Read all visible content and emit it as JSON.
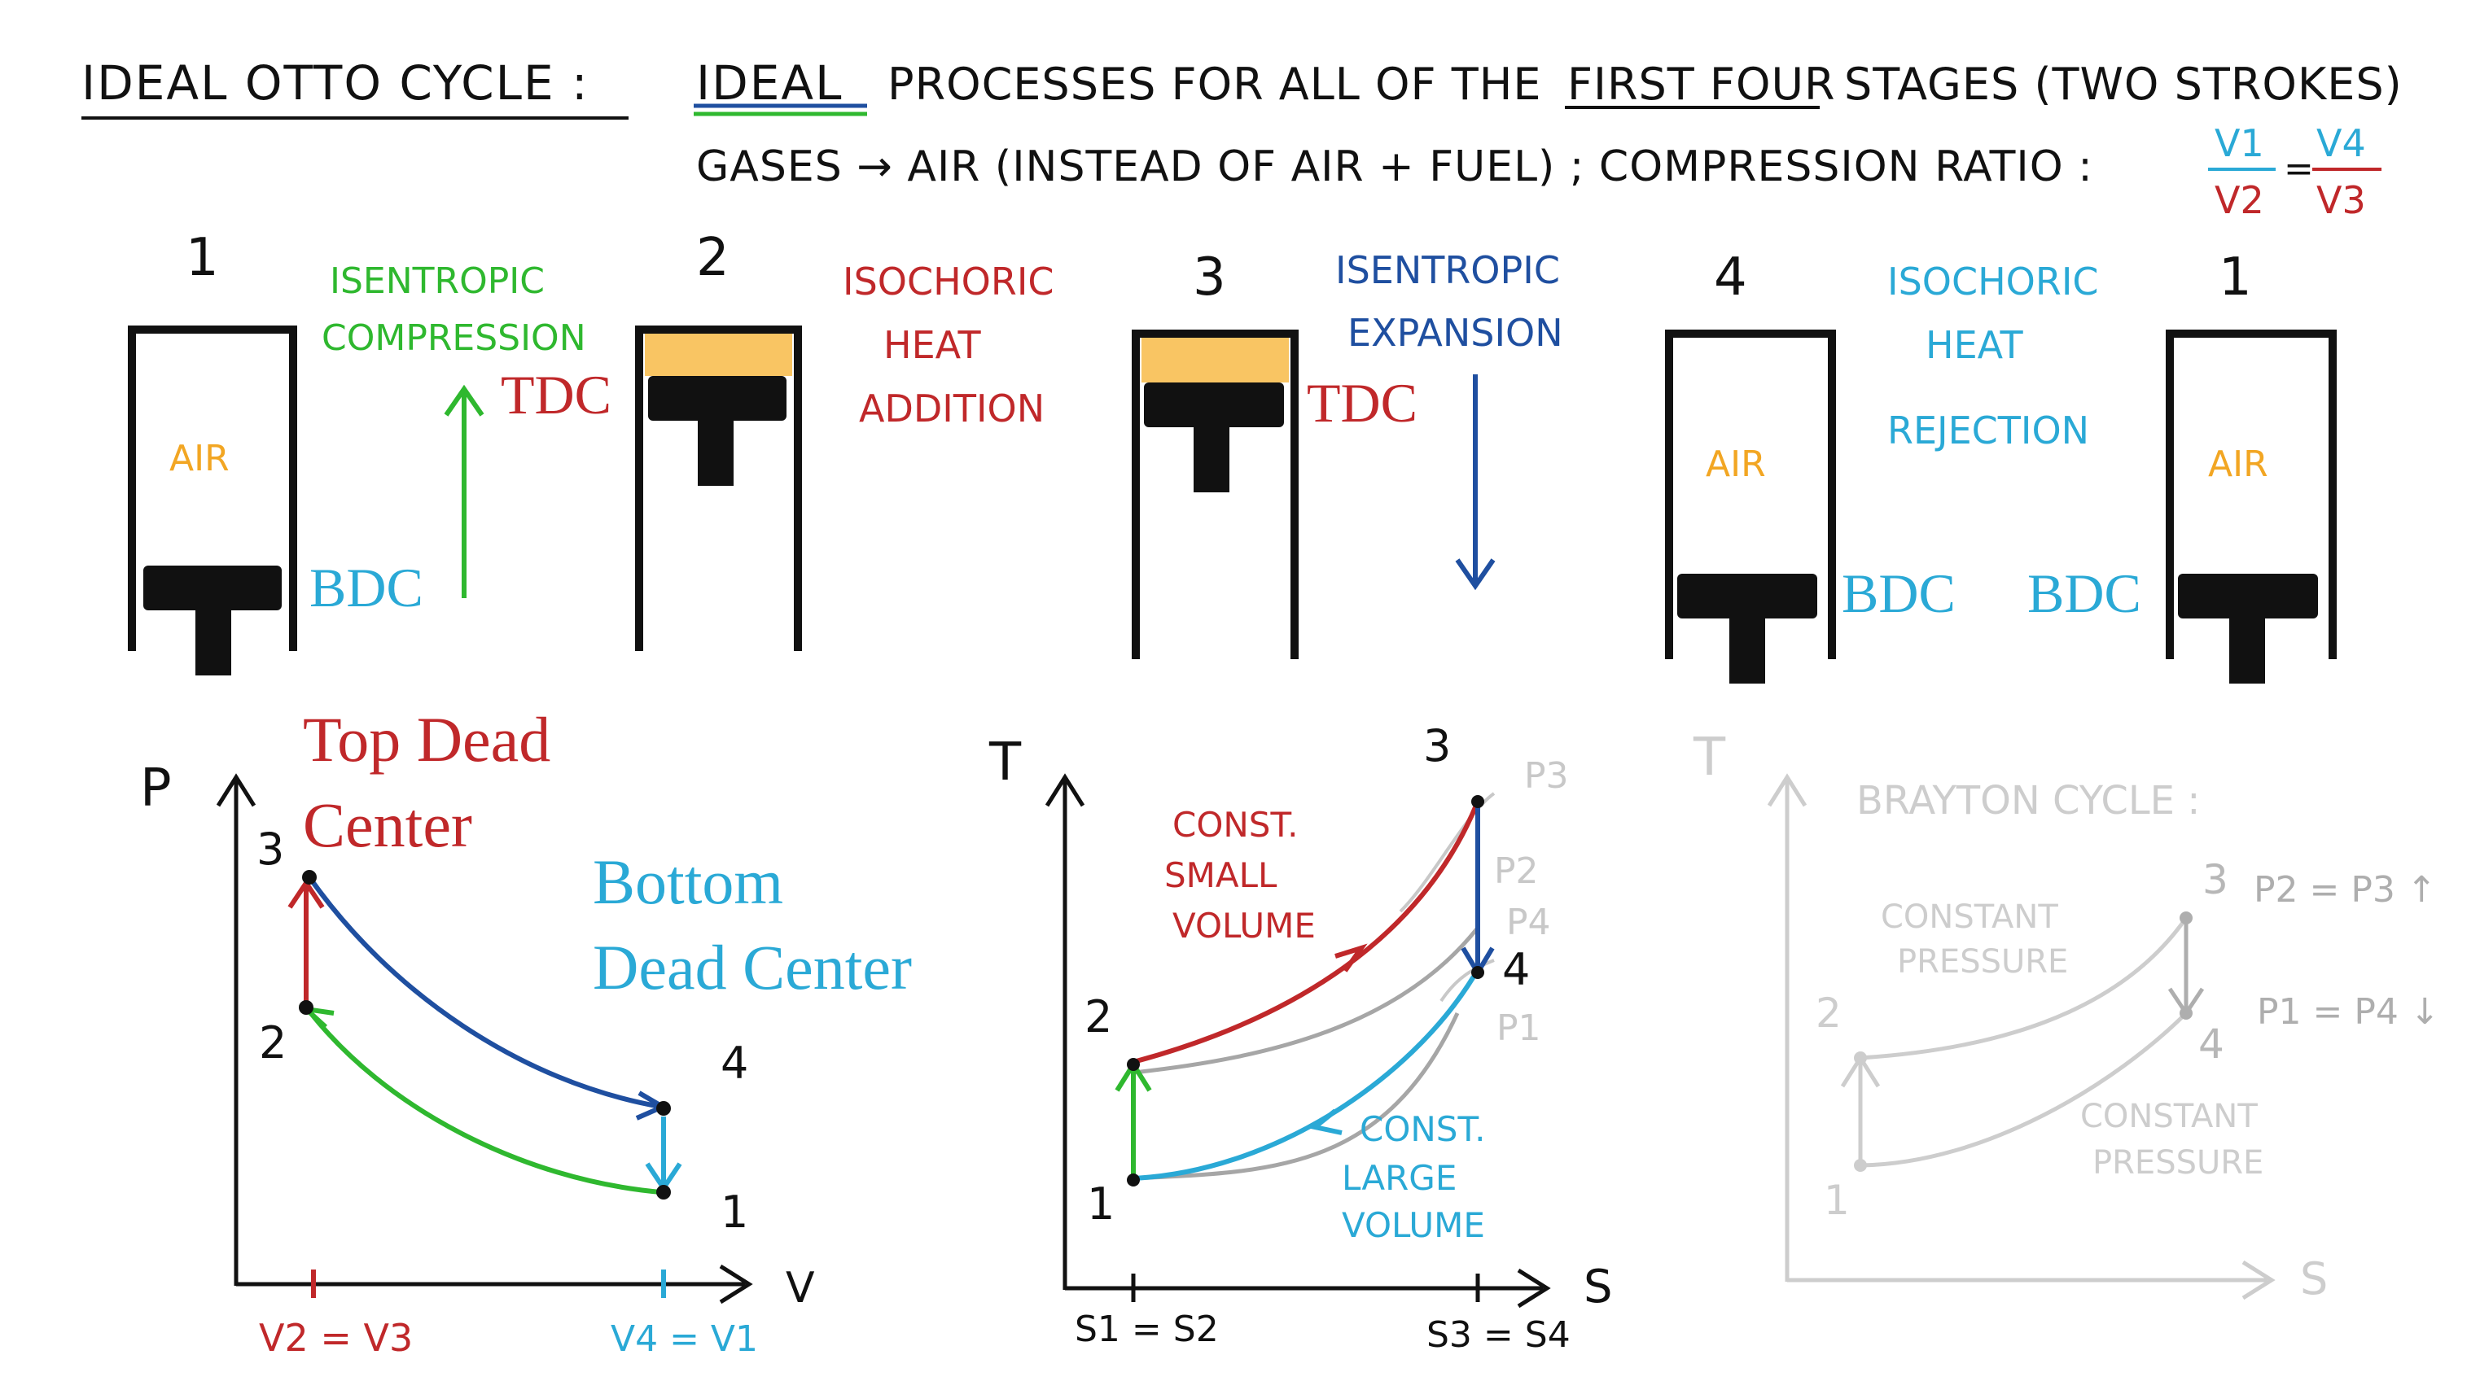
{
  "header": {
    "title": "IDEAL OTTO CYCLE :",
    "ideal_word": "IDEAL",
    "line1_rest": "PROCESSES FOR ALL OF THE",
    "first_four": "FIRST FOUR",
    "line1_end": "STAGES (TWO STROKES)",
    "line2_left": "GASES → AIR (INSTEAD OF AIR + FUEL) ; COMPRESSION RATIO :",
    "ratio": {
      "v1": "V1",
      "v2": "V2",
      "eq": "=",
      "v4": "V4",
      "v3": "V3"
    }
  },
  "stages": {
    "s1": {
      "num": "1",
      "air": "AIR",
      "bdc": "BDC"
    },
    "s2": {
      "num": "2",
      "tdc": "TDC"
    },
    "s3": {
      "num": "3",
      "tdc": "TDC"
    },
    "s4": {
      "num": "4",
      "air": "AIR",
      "bdc": "BDC"
    },
    "s5": {
      "num": "1",
      "air": "AIR",
      "bdc": "BDC"
    }
  },
  "processes": {
    "p12": [
      "ISENTROPIC",
      "COMPRESSION"
    ],
    "p23": [
      "ISOCHORIC",
      "HEAT",
      "ADDITION"
    ],
    "p34": [
      "ISENTROPIC",
      "EXPANSION"
    ],
    "p41": [
      "ISOCHORIC",
      "HEAT",
      "REJECTION"
    ]
  },
  "pv": {
    "ylabel": "P",
    "xlabel": "V",
    "pt1": "1",
    "pt2": "2",
    "pt3": "3",
    "pt4": "4",
    "tick_left": "V2 = V3",
    "tick_right": "V4 = V1",
    "top_dead": [
      "Top Dead",
      "Center"
    ],
    "bottom_dead": [
      "Bottom",
      "Dead Center"
    ]
  },
  "ts": {
    "ylabel": "T",
    "xlabel": "S",
    "pt1": "1",
    "pt2": "2",
    "pt3": "3",
    "pt4": "4",
    "tick_left": "S1 = S2",
    "tick_right": "S3 = S4",
    "const_small": [
      "CONST.",
      "SMALL",
      "VOLUME"
    ],
    "const_large": [
      "CONST.",
      "LARGE",
      "VOLUME"
    ],
    "isobars": [
      "P3",
      "P2",
      "P4",
      "P1"
    ]
  },
  "brayton": {
    "ylabel": "T",
    "xlabel": "S",
    "title": "BRAYTON CYCLE :",
    "pt1": "1",
    "pt2": "2",
    "pt3": "3",
    "pt4": "4",
    "const_top": [
      "CONSTANT",
      "PRESSURE"
    ],
    "const_bottom": [
      "CONSTANT",
      "PRESSURE"
    ],
    "eq_top": "P2 = P3 ↑",
    "eq_bottom": "P1 = P4 ↓"
  },
  "colors": {
    "ink": "#111111",
    "green": "#2fb82f",
    "red": "#c0282a",
    "blue": "#1f4fa0",
    "cyan": "#2aa9d6",
    "orange": "#f2a623",
    "fuel": "#f9c563",
    "gray": "#a6a6a6",
    "lightgray": "#c8c8c8"
  }
}
